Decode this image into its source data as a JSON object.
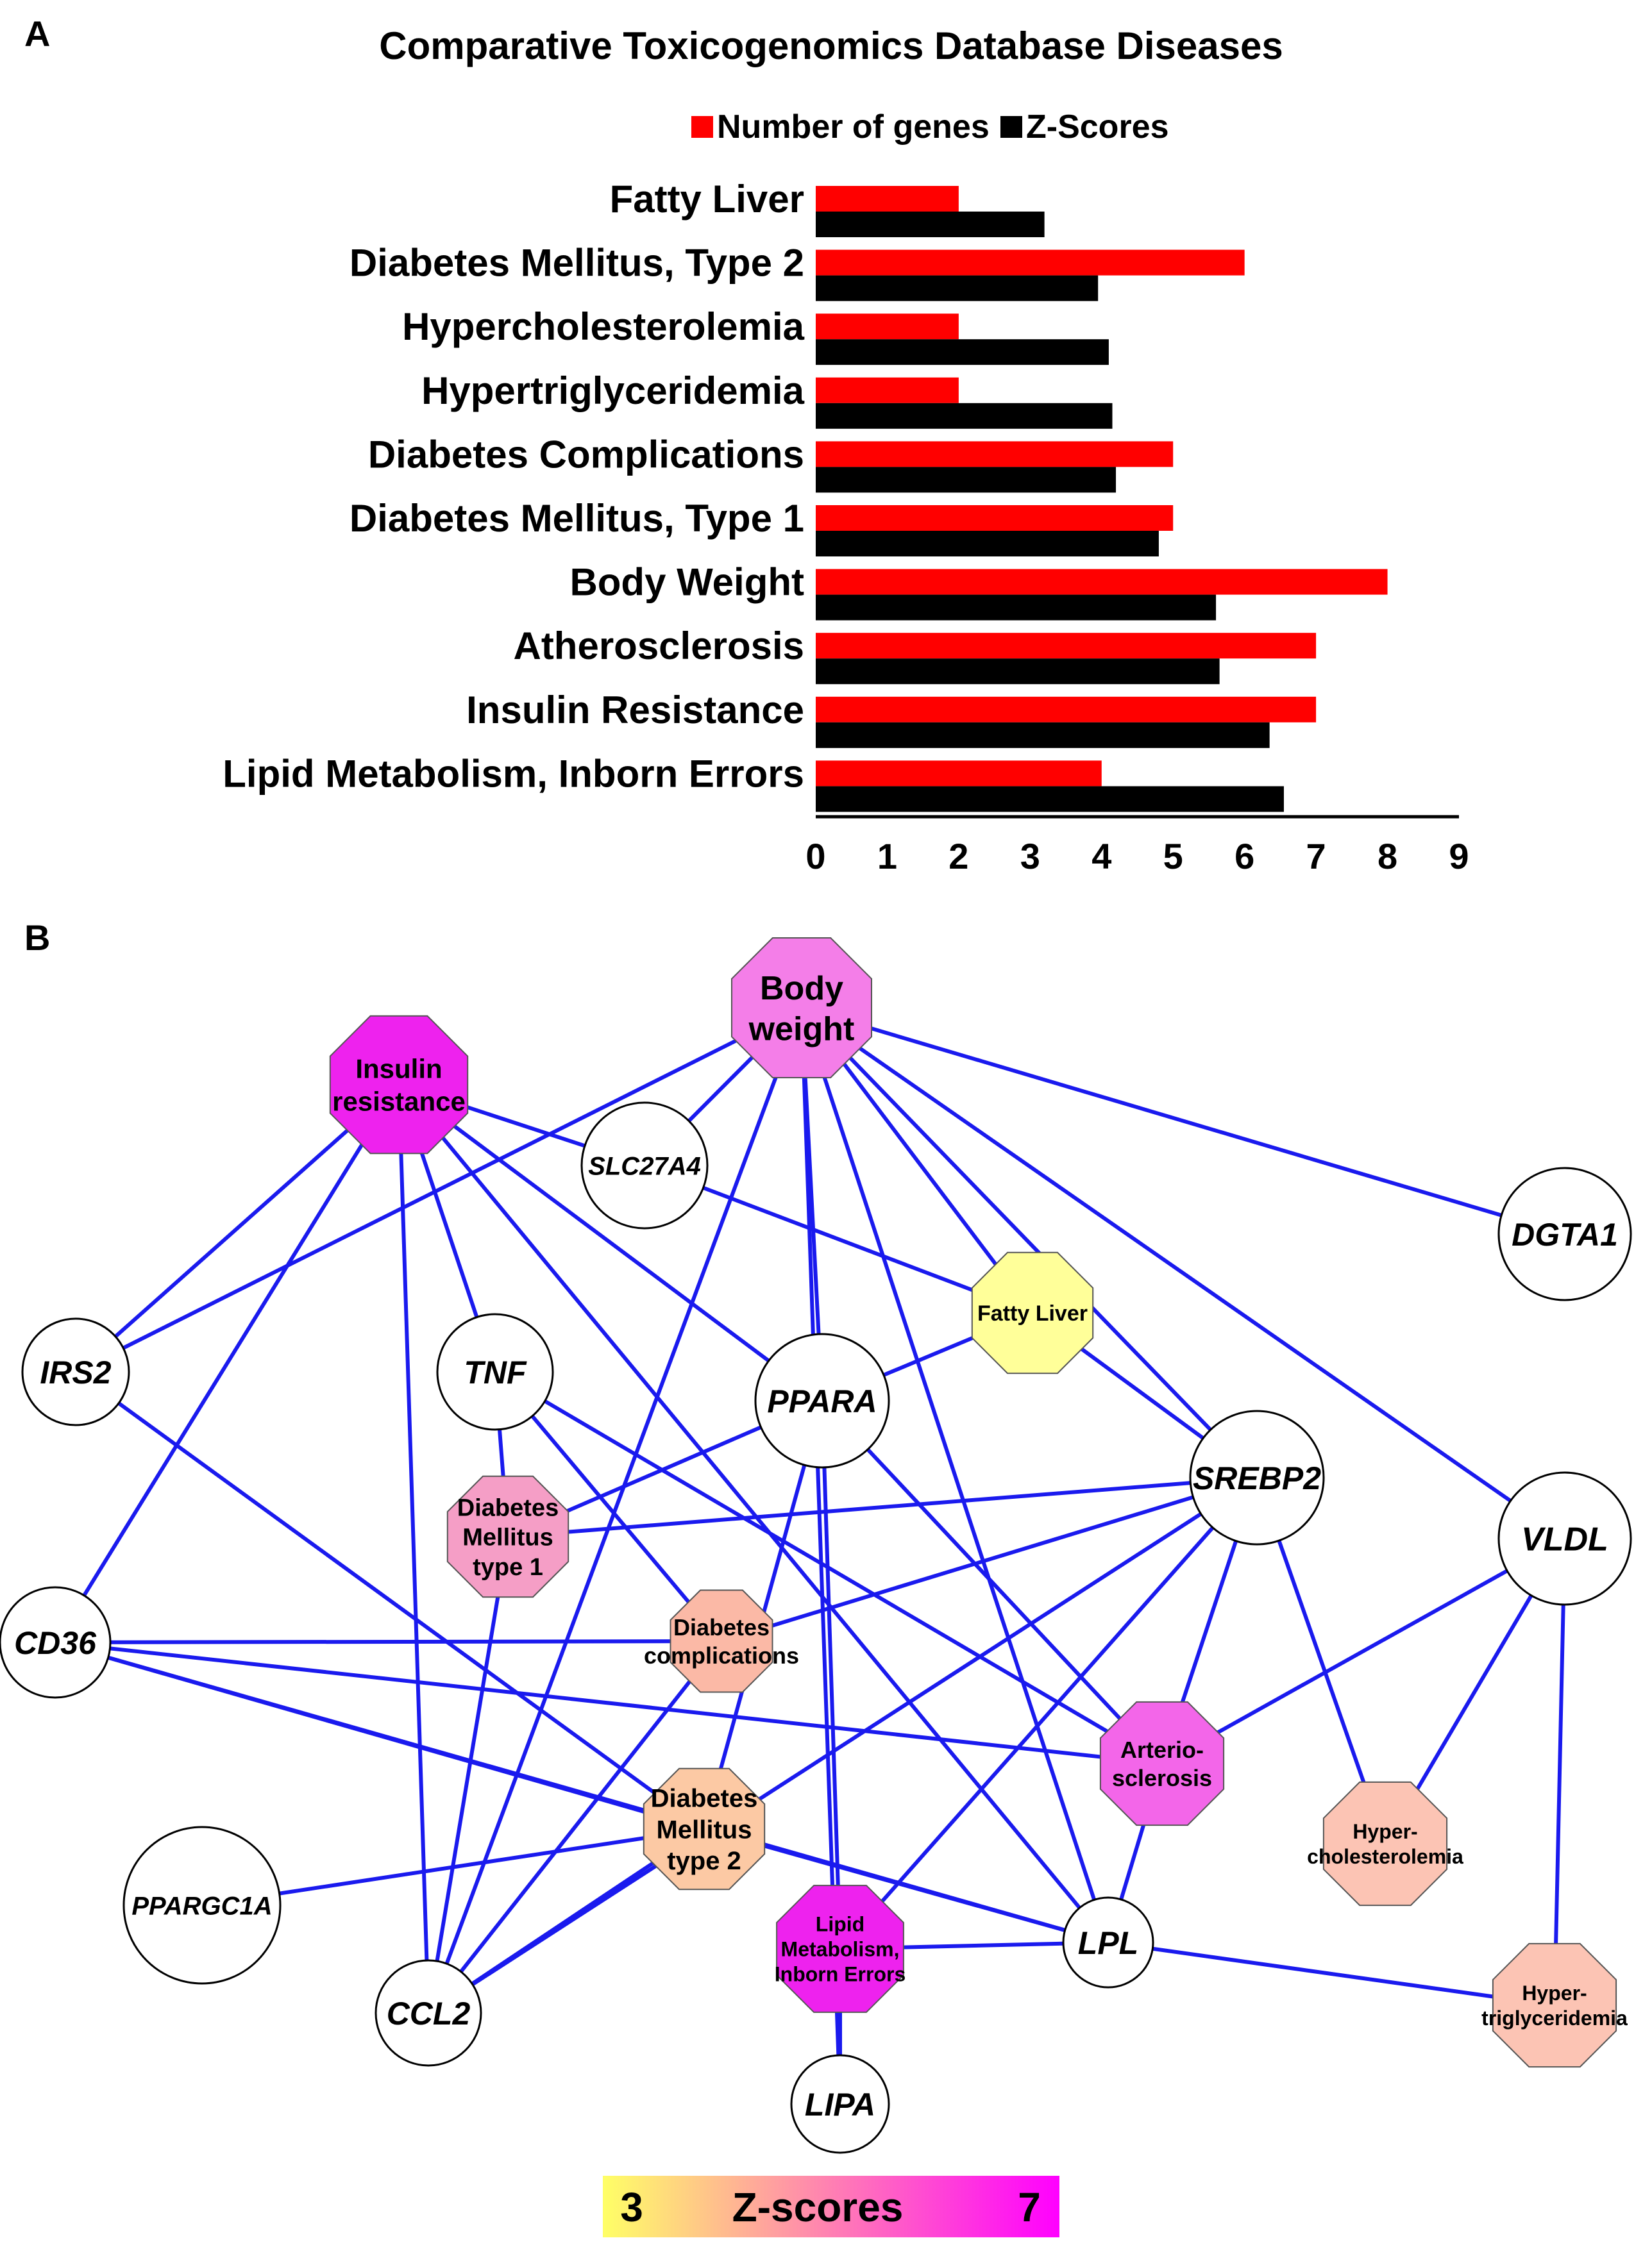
{
  "panel_a_label": "A",
  "panel_b_label": "B",
  "chart_data": {
    "type": "bar",
    "orientation": "horizontal",
    "title": "Comparative Toxicogenomics Database Diseases",
    "categories": [
      "Fatty Liver",
      "Diabetes Mellitus, Type 2",
      "Hypercholesterolemia",
      "Hypertriglyceridemia",
      "Diabetes Complications",
      "Diabetes Mellitus, Type 1",
      "Body Weight",
      "Atherosclerosis",
      "Insulin Resistance",
      "Lipid Metabolism, Inborn Errors"
    ],
    "series": [
      {
        "name": "Number of genes",
        "color": "#ff0000",
        "values": [
          2,
          6,
          2,
          2,
          5,
          5,
          8,
          7,
          7,
          4
        ]
      },
      {
        "name": "Z-Scores",
        "color": "#000000",
        "values": [
          3.2,
          3.95,
          4.1,
          4.15,
          4.2,
          4.8,
          5.6,
          5.65,
          6.35,
          6.55
        ]
      }
    ],
    "xlim": [
      0,
      9
    ],
    "xticks": [
      "0",
      "1",
      "2",
      "3",
      "4",
      "5",
      "6",
      "7",
      "8",
      "9"
    ],
    "legend_position": "top"
  },
  "network": {
    "genes": [
      {
        "id": "SLC27A4",
        "label": "SLC27A4"
      },
      {
        "id": "DGTA1",
        "label": "DGTA1"
      },
      {
        "id": "IRS2",
        "label": "IRS2"
      },
      {
        "id": "TNF",
        "label": "TNF"
      },
      {
        "id": "PPARA",
        "label": "PPARA"
      },
      {
        "id": "SREBP2",
        "label": "SREBP2"
      },
      {
        "id": "VLDL",
        "label": "VLDL"
      },
      {
        "id": "CD36",
        "label": "CD36"
      },
      {
        "id": "PPARGC1A",
        "label": "PPARGC1A"
      },
      {
        "id": "CCL2",
        "label": "CCL2"
      },
      {
        "id": "LPL",
        "label": "LPL"
      },
      {
        "id": "LIPA",
        "label": "LIPA"
      }
    ],
    "diseases": [
      {
        "id": "BW",
        "lines": [
          "Body",
          "weight"
        ],
        "color": "#f47ee8",
        "zscore": 5.6
      },
      {
        "id": "IR",
        "lines": [
          "Insulin",
          "resistance"
        ],
        "color": "#ee22ee",
        "zscore": 6.35
      },
      {
        "id": "FL",
        "lines": [
          "Fatty Liver"
        ],
        "color": "#ffff99",
        "zscore": 3.2
      },
      {
        "id": "DM1",
        "lines": [
          "Diabetes",
          "Mellitus",
          "type 1"
        ],
        "color": "#f59ec6",
        "zscore": 4.8
      },
      {
        "id": "DC",
        "lines": [
          "Diabetes",
          "complications"
        ],
        "color": "#fbb9a6",
        "zscore": 4.2
      },
      {
        "id": "DM2",
        "lines": [
          "Diabetes",
          "Mellitus",
          "type 2"
        ],
        "color": "#fcc9a4",
        "zscore": 3.95
      },
      {
        "id": "AS",
        "lines": [
          "Arterio-",
          "sclerosis"
        ],
        "color": "#f366e9",
        "zscore": 5.65
      },
      {
        "id": "HC",
        "lines": [
          "Hyper-",
          "cholesterolemia"
        ],
        "color": "#fcc4b4",
        "zscore": 4.1
      },
      {
        "id": "HT",
        "lines": [
          "Hyper-",
          "triglyceridemia"
        ],
        "color": "#fcc4b4",
        "zscore": 4.15
      },
      {
        "id": "LM",
        "lines": [
          "Lipid",
          "Metabolism,",
          "Inborn Errors"
        ],
        "color": "#ee22ee",
        "zscore": 6.55
      }
    ],
    "edges": [
      [
        "BW",
        "SLC27A4"
      ],
      [
        "BW",
        "IRS2"
      ],
      [
        "BW",
        "DGTA1"
      ],
      [
        "BW",
        "PPARA"
      ],
      [
        "BW",
        "FL"
      ],
      [
        "BW",
        "VLDL"
      ],
      [
        "BW",
        "SREBP2"
      ],
      [
        "BW",
        "LPL"
      ],
      [
        "BW",
        "CCL2"
      ],
      [
        "BW",
        "LIPA"
      ],
      [
        "IR",
        "IRS2"
      ],
      [
        "IR",
        "CD36"
      ],
      [
        "IR",
        "TNF"
      ],
      [
        "IR",
        "PPARA"
      ],
      [
        "IR",
        "LPL"
      ],
      [
        "IR",
        "CCL2"
      ],
      [
        "IR",
        "SLC27A4"
      ],
      [
        "SLC27A4",
        "FL"
      ],
      [
        "FL",
        "PPARA"
      ],
      [
        "FL",
        "SREBP2"
      ],
      [
        "TNF",
        "DM1"
      ],
      [
        "TNF",
        "AS"
      ],
      [
        "TNF",
        "DC"
      ],
      [
        "PPARA",
        "DM1"
      ],
      [
        "PPARA",
        "AS"
      ],
      [
        "PPARA",
        "DM2"
      ],
      [
        "PPARA",
        "LM"
      ],
      [
        "SREBP2",
        "DM1"
      ],
      [
        "SREBP2",
        "DC"
      ],
      [
        "SREBP2",
        "AS"
      ],
      [
        "SREBP2",
        "HC"
      ],
      [
        "SREBP2",
        "CCL2"
      ],
      [
        "SREBP2",
        "LM"
      ],
      [
        "VLDL",
        "AS"
      ],
      [
        "VLDL",
        "HC"
      ],
      [
        "VLDL",
        "HT"
      ],
      [
        "IRS2",
        "DM2"
      ],
      [
        "CD36",
        "DC"
      ],
      [
        "CD36",
        "DM2"
      ],
      [
        "CD36",
        "AS"
      ],
      [
        "CD36",
        "LPL"
      ],
      [
        "DM1",
        "CCL2"
      ],
      [
        "DC",
        "CCL2"
      ],
      [
        "DM2",
        "PPARGC1A"
      ],
      [
        "DM2",
        "LPL"
      ],
      [
        "DM2",
        "CCL2"
      ],
      [
        "AS",
        "LPL"
      ],
      [
        "LM",
        "LPL"
      ],
      [
        "LM",
        "LIPA"
      ],
      [
        "LPL",
        "HT"
      ]
    ]
  },
  "colorbar": {
    "min_label": "3",
    "max_label": "7",
    "title": "Z-scores",
    "color_min": "#ffff66",
    "color_max": "#ff00ff"
  }
}
